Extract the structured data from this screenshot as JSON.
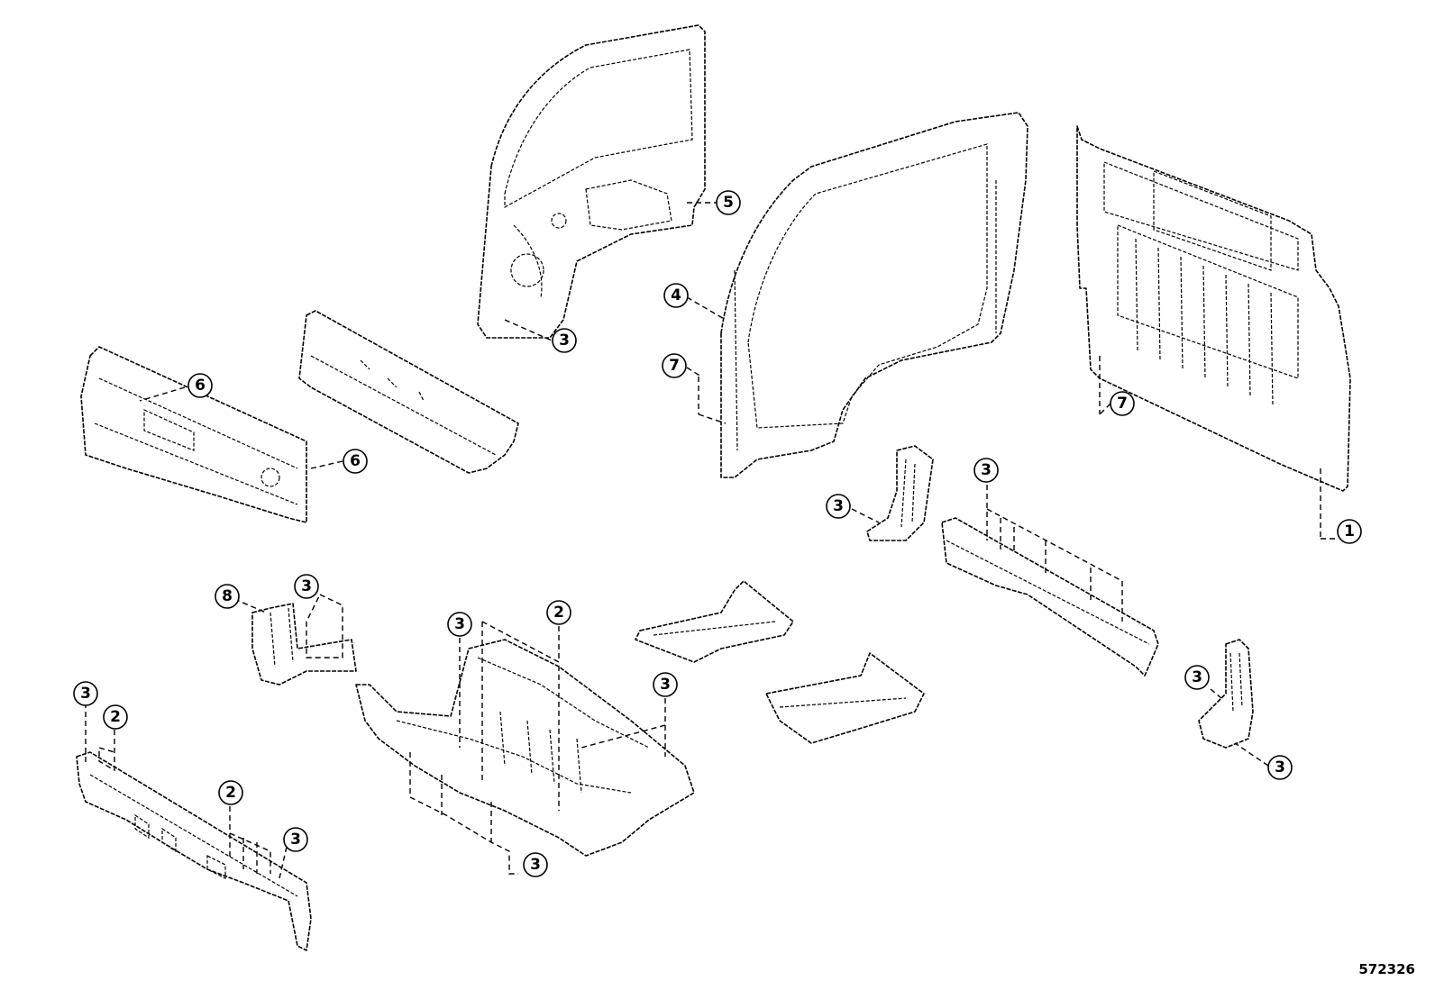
{
  "diagram": {
    "reference_number": "572326",
    "callouts": [
      {
        "id": "c5",
        "label": "5"
      },
      {
        "id": "c3a",
        "label": "3"
      },
      {
        "id": "c4",
        "label": "4"
      },
      {
        "id": "c7a",
        "label": "7"
      },
      {
        "id": "c6a",
        "label": "6"
      },
      {
        "id": "c6b",
        "label": "6"
      },
      {
        "id": "c7b",
        "label": "7"
      },
      {
        "id": "c1",
        "label": "1"
      },
      {
        "id": "c3b",
        "label": "3"
      },
      {
        "id": "c3c",
        "label": "3"
      },
      {
        "id": "c8",
        "label": "8"
      },
      {
        "id": "c3d",
        "label": "3"
      },
      {
        "id": "c3e",
        "label": "3"
      },
      {
        "id": "c2a",
        "label": "2"
      },
      {
        "id": "c3f",
        "label": "3"
      },
      {
        "id": "c3g",
        "label": "3"
      },
      {
        "id": "c2b",
        "label": "2"
      },
      {
        "id": "c2c",
        "label": "2"
      },
      {
        "id": "c3h",
        "label": "3"
      },
      {
        "id": "c3i",
        "label": "3"
      },
      {
        "id": "c3j",
        "label": "3"
      },
      {
        "id": "c3k",
        "label": "3"
      }
    ]
  }
}
